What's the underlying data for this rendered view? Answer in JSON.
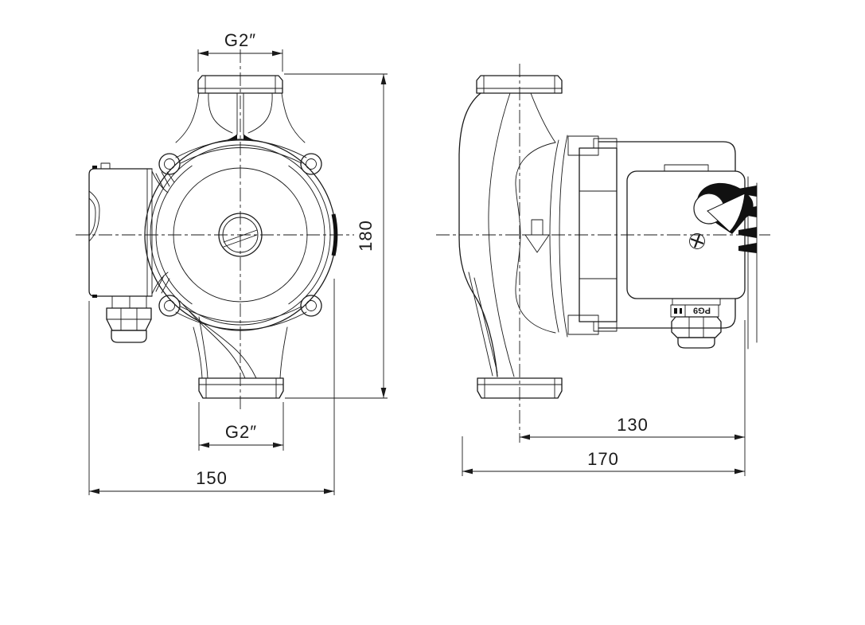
{
  "front_view": {
    "port_top_label": "G2″",
    "port_bottom_label": "G2″",
    "height_label": "180",
    "width_label": "150"
  },
  "side_view": {
    "center_to_end_label": "130",
    "depth_label": "170",
    "cable_gland_label": "PG9"
  },
  "icons": {
    "flow_direction": "down-arrow",
    "vent_plug": "slotted-screw-plug",
    "speed_selector": "rotary-knob",
    "terminal_screw": "phillips-screw",
    "cable_gland": "hex-cable-gland"
  },
  "colors": {
    "line": "#1a1a1a",
    "background": "#ffffff"
  }
}
